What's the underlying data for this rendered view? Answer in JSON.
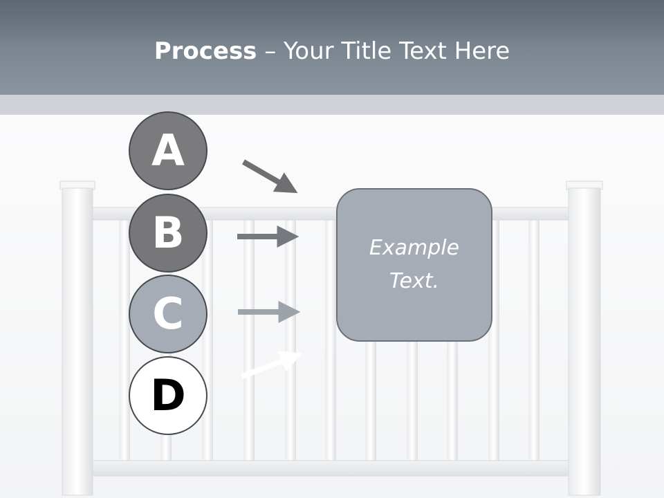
{
  "title": {
    "bold": "Process",
    "rest": " – Your Title Text Here"
  },
  "steps": [
    {
      "letter": "A"
    },
    {
      "letter": "B"
    },
    {
      "letter": "C"
    },
    {
      "letter": "D"
    }
  ],
  "box": {
    "text": "Example Text."
  },
  "colors": {
    "header": "#7a8590",
    "circle_dark": "#777779",
    "circle_light": "#a5acb5",
    "box_fill": "#a5acb5"
  }
}
